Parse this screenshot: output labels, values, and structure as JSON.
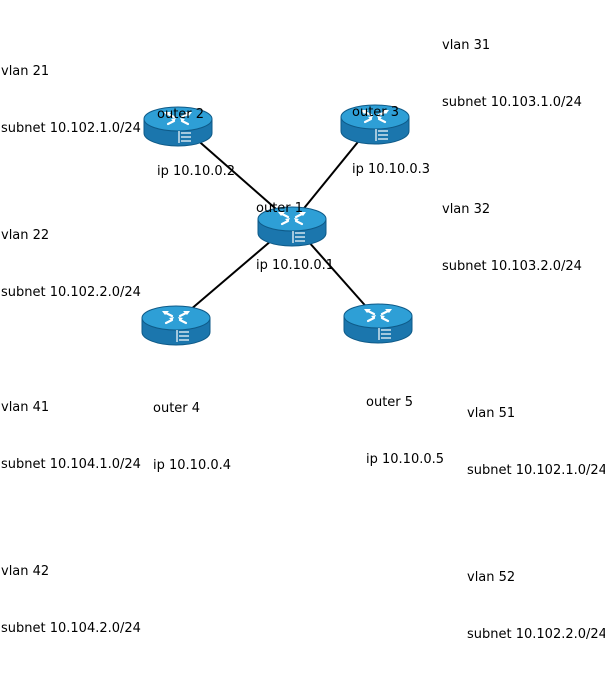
{
  "colors": {
    "router_top": "#2e9fd6",
    "router_side": "#1b76ad",
    "router_edge": "#0e5a88",
    "router_arrow": "#ffffff",
    "link": "#000000"
  },
  "icons": {
    "router": "router-icon"
  },
  "routers": [
    {
      "id": "r1",
      "name": "outer 1",
      "ip": "ip 10.10.0.1"
    },
    {
      "id": "r2",
      "name": "outer 2",
      "ip": "ip 10.10.0.2"
    },
    {
      "id": "r3",
      "name": "outer 3",
      "ip": "ip 10.10.0.3"
    },
    {
      "id": "r4",
      "name": "outer 4",
      "ip": "ip 10.10.0.4"
    },
    {
      "id": "r5",
      "name": "outer 5",
      "ip": "ip 10.10.0.5"
    }
  ],
  "links": [
    {
      "from": "r1",
      "to": "r2"
    },
    {
      "from": "r1",
      "to": "r3"
    },
    {
      "from": "r1",
      "to": "r4"
    },
    {
      "from": "r1",
      "to": "r5"
    }
  ],
  "vlans": {
    "r2": [
      {
        "vlan": "vlan 21",
        "subnet": "subnet 10.102.1.0/24"
      },
      {
        "vlan": "vlan 22",
        "subnet": "subnet 10.102.2.0/24"
      }
    ],
    "r3": [
      {
        "vlan": "vlan 31",
        "subnet": "subnet 10.103.1.0/24"
      },
      {
        "vlan": "vlan 32",
        "subnet": "subnet 10.103.2.0/24"
      }
    ],
    "r4": [
      {
        "vlan": "vlan 41",
        "subnet": "subnet 10.104.1.0/24"
      },
      {
        "vlan": "vlan 42",
        "subnet": "subnet 10.104.2.0/24"
      }
    ],
    "r5": [
      {
        "vlan": "vlan 51",
        "subnet": "subnet 10.102.1.0/24"
      },
      {
        "vlan": "vlan 52",
        "subnet": "subnet 10.102.2.0/24"
      }
    ]
  }
}
